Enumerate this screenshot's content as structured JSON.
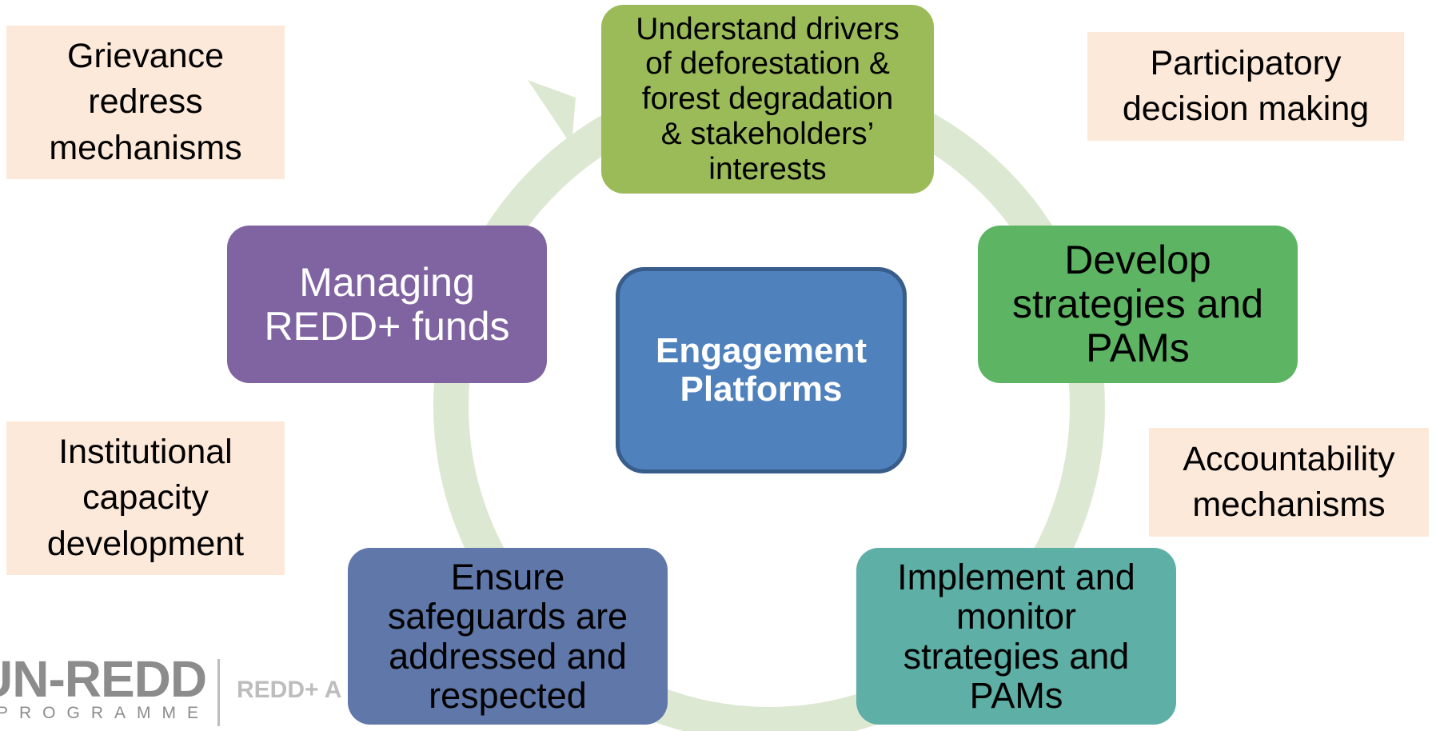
{
  "diagram": {
    "center": {
      "label": "Engagement\nPlatforms"
    },
    "cycle": [
      {
        "label": "Understand drivers\nof deforestation &\nforest degradation\n& stakeholders’\ninterests"
      },
      {
        "label": "Develop\nstrategies and\nPAMs"
      },
      {
        "label": "Implement and\nmonitor\nstrategies and\nPAMs"
      },
      {
        "label": "Ensure\nsafeguards are\naddressed and\nrespected"
      },
      {
        "label": "Managing\nREDD+ funds"
      }
    ],
    "notes": [
      {
        "label": "Grievance\nredress\nmechanisms"
      },
      {
        "label": "Participatory\ndecision making"
      },
      {
        "label": "Institutional\ncapacity\ndevelopment"
      },
      {
        "label": "Accountability\nmechanisms"
      }
    ]
  },
  "logo": {
    "main": "UN-REDD",
    "sub": "PROGRAMME",
    "tagline": "REDD+ A"
  }
}
